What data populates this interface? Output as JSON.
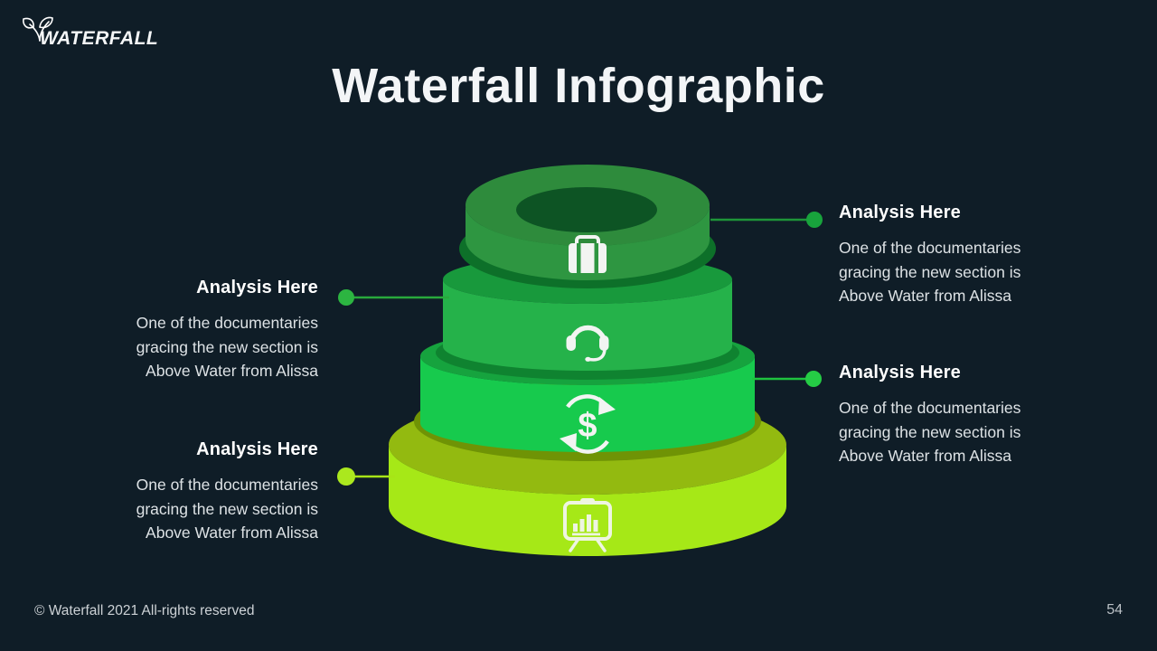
{
  "logo": {
    "text": "WATERFALL",
    "icon": "leaf-icon"
  },
  "title": "Waterfall Infographic",
  "infographic": {
    "currency_symbol": "$",
    "tiers": [
      {
        "name": "tier-1",
        "icon": "briefcase-icon",
        "top": "#2e8b3c",
        "side": "#2e9641",
        "hole": "#0d5424",
        "shadow": "#0d7029"
      },
      {
        "name": "tier-2",
        "icon": "headset-icon",
        "top": "#18993c",
        "side": "#25b24a",
        "shadow": "#0f8330"
      },
      {
        "name": "tier-3",
        "icon": "currency-exchange-icon",
        "top": "#16a33e",
        "side": "#17ca4d",
        "shadow": "#6f9305"
      },
      {
        "name": "tier-4",
        "icon": "presentation-chart-icon",
        "top": "#93ba10",
        "side": "#a6e817"
      }
    ],
    "connectors": [
      {
        "side": "right-top",
        "line": "#1e9539",
        "dot": "#18a33c"
      },
      {
        "side": "left-middle",
        "line": "#28a93c",
        "dot": "#2cb541"
      },
      {
        "side": "right-bottom",
        "line": "#1fc23f",
        "dot": "#25cc45"
      },
      {
        "side": "left-bottom",
        "line": "#a8e417",
        "dot": "#abe81e"
      }
    ]
  },
  "callouts": [
    {
      "id": "left-top",
      "heading": "Analysis Here",
      "body_lines": [
        "One of the documentaries",
        "gracing the new section is",
        "Above Water from Alissa"
      ]
    },
    {
      "id": "right-top",
      "heading": "Analysis Here",
      "body_lines": [
        "One of the documentaries",
        "gracing the new section is",
        "Above Water from Alissa"
      ]
    },
    {
      "id": "left-bottom",
      "heading": "Analysis Here",
      "body_lines": [
        "One of the documentaries",
        "gracing the new section is",
        "Above Water from Alissa"
      ]
    },
    {
      "id": "right-bottom",
      "heading": "Analysis Here",
      "body_lines": [
        "One of the documentaries",
        "gracing the new section is",
        "Above Water from Alissa"
      ]
    }
  ],
  "footer": {
    "copyright": "© Waterfall 2021 All-rights reserved",
    "page_number": "54"
  },
  "colors": {
    "background": "#0f1d27",
    "heading_text": "#ffffff",
    "body_text": "#dde2e5",
    "icon": "#f2f4f2"
  }
}
